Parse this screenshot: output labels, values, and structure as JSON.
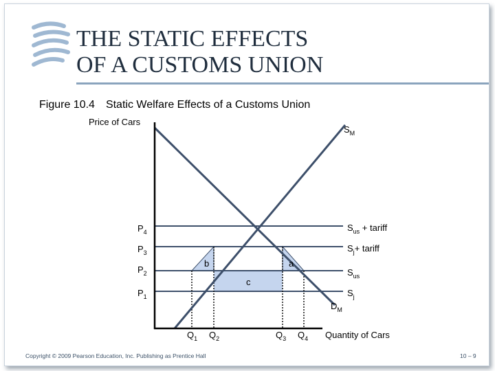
{
  "slide": {
    "title_line1": "THE STATIC EFFECTS",
    "title_line2": "OF A CUSTOMS UNION",
    "figure_number": "Figure 10.4",
    "figure_title": "Static Welfare Effects of a Customs Union",
    "footer_copyright": "Copyright © 2009 Pearson Education, Inc. Publishing as Prentice Hall",
    "footer_page": "10 – 9"
  },
  "diagram": {
    "y_axis_label": "Price of Cars",
    "x_axis_label": "Quantity of Cars",
    "supply_curve": {
      "main": "S",
      "sub": "M"
    },
    "demand_curve": {
      "main": "D",
      "sub": "M"
    },
    "prices": [
      {
        "main": "P",
        "sub": "4"
      },
      {
        "main": "P",
        "sub": "3"
      },
      {
        "main": "P",
        "sub": "2"
      },
      {
        "main": "P",
        "sub": "1"
      }
    ],
    "quantities": [
      {
        "main": "Q",
        "sub": "1"
      },
      {
        "main": "Q",
        "sub": "2"
      },
      {
        "main": "Q",
        "sub": "3"
      },
      {
        "main": "Q",
        "sub": "4"
      }
    ],
    "supply_lines": [
      {
        "main": "S",
        "sub": "us",
        "suffix": " + tariff"
      },
      {
        "main": "S",
        "sub": "j",
        "suffix": "+ tariff"
      },
      {
        "main": "S",
        "sub": "us",
        "suffix": ""
      },
      {
        "main": "S",
        "sub": "j",
        "suffix": ""
      }
    ],
    "areas": {
      "a": "a",
      "b": "b",
      "c": "c"
    },
    "colors": {
      "curve": "#3d4f6a",
      "fill": "#c5d5ee",
      "logo": "#9fb8d2"
    }
  }
}
